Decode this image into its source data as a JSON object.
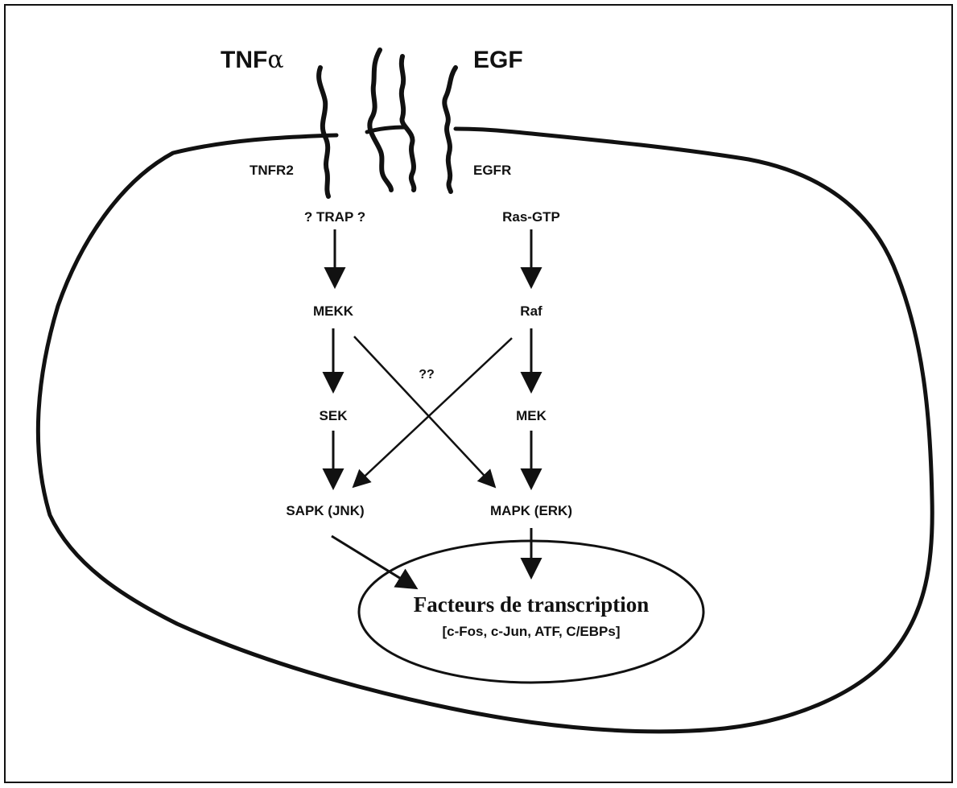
{
  "ligands": {
    "tnf_prefix": "TNF",
    "tnf_greek": "α",
    "egf": "EGF"
  },
  "receptors": {
    "tnfr2": "TNFR2",
    "egfr": "EGFR"
  },
  "tnf_pathway": {
    "adaptor": "? TRAP ?",
    "mapkkk": "MEKK",
    "mapkk": "SEK",
    "mapk": "SAPK (JNK)"
  },
  "egf_pathway": {
    "adaptor": "Ras-GTP",
    "mapkkk": "Raf",
    "mapkk": "MEK",
    "mapk": "MAPK (ERK)"
  },
  "crosstalk_label": "??",
  "nucleus": {
    "title": "Facteurs de transcription",
    "subtitle": "[c-Fos, c-Jun, ATF, C/EBPs]"
  }
}
